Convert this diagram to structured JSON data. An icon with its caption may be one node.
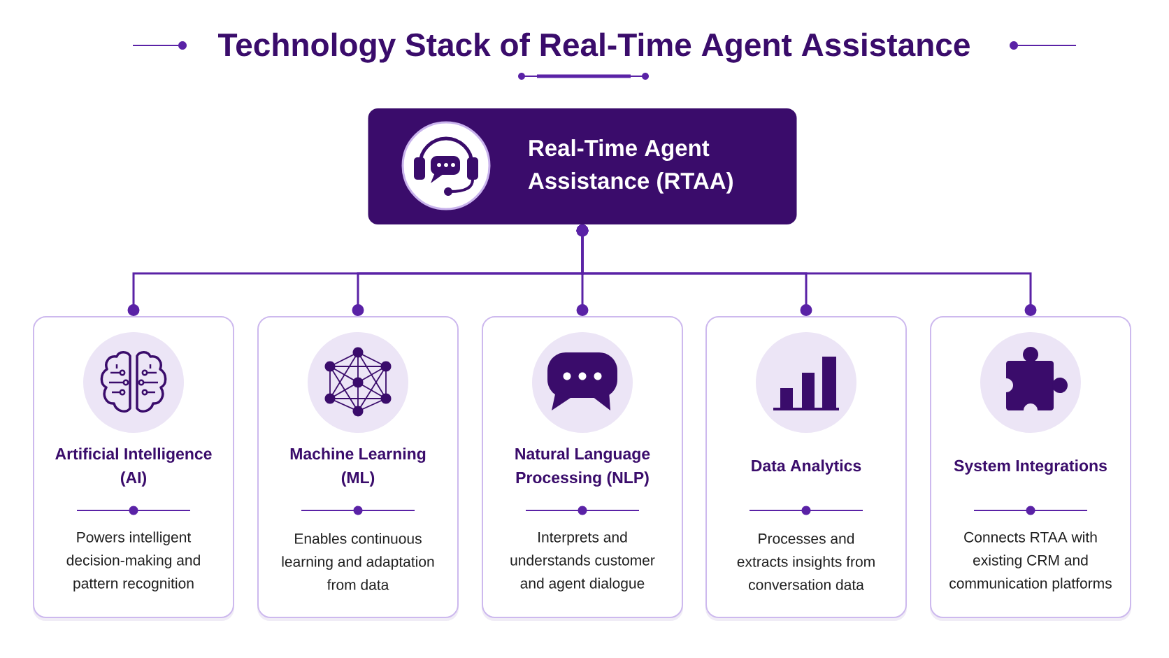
{
  "diagram": {
    "title": "Technology Stack of Real-Time Agent Assistance",
    "nodes": [
      {
        "text": [
          "Real-Time Agent Assistance (RTAA)"
        ]
      },
      {
        "text": [
          "Artificial Intelligence (AI)",
          "Powers intelligent decision-making and pattern recognition"
        ]
      },
      {
        "text": [
          "Machine Learning (ML)",
          "Enables continuous learning and adaptation from data"
        ]
      },
      {
        "text": [
          "Natural Language Processing (NLP)",
          "Interprets and understands customer and agent dialogue"
        ]
      },
      {
        "text": [
          "Data Analytics",
          "Processes and extracts insights from conversation data"
        ]
      },
      {
        "text": [
          "System Integrations",
          "Connects RTAA with existing CRM and communication platforms"
        ]
      }
    ],
    "edges": [
      {
        "from": 0,
        "to": 1,
        "arrow": "other"
      },
      {
        "from": 0,
        "to": 2,
        "arrow": "other"
      },
      {
        "from": 0,
        "to": 3,
        "arrow": "other"
      },
      {
        "from": 0,
        "to": 4,
        "arrow": "other"
      },
      {
        "from": 0,
        "to": 5,
        "arrow": "other"
      }
    ]
  }
}
